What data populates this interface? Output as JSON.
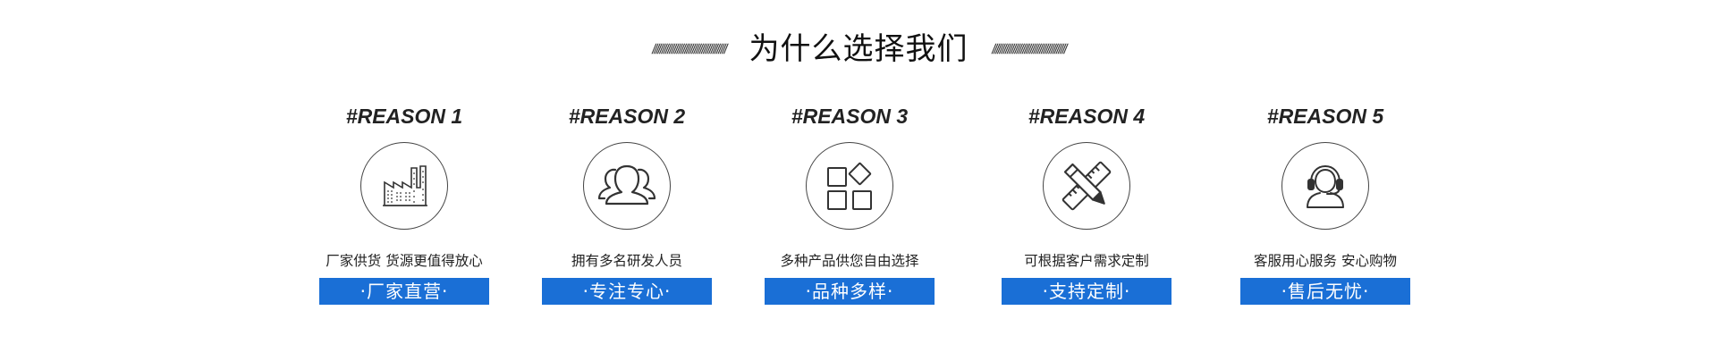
{
  "header": {
    "title": "为什么选择我们",
    "left_hatch": "///////////////////////////////////////",
    "right_hatch": "///////////////////////////////////////"
  },
  "reasons": [
    {
      "label": "#REASON 1",
      "icon": "factory-icon",
      "description": "厂家供货 货源更值得放心",
      "tag": "·厂家直营·"
    },
    {
      "label": "#REASON 2",
      "icon": "users-icon",
      "description": "拥有多名研发人员",
      "tag": "·专注专心·"
    },
    {
      "label": "#REASON 3",
      "icon": "categories-icon",
      "description": "多种产品供您自由选择",
      "tag": "·品种多样·"
    },
    {
      "label": "#REASON 4",
      "icon": "pencil-ruler-icon",
      "description": "可根据客户需求定制",
      "tag": "·支持定制·"
    },
    {
      "label": "#REASON 5",
      "icon": "headset-icon",
      "description": "客服用心服务 安心购物",
      "tag": "·售后无忧·"
    }
  ],
  "colors": {
    "accent": "#1a6fd6",
    "text": "#222222",
    "background": "#ffffff"
  }
}
